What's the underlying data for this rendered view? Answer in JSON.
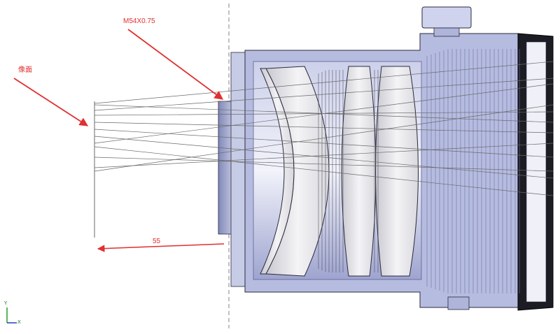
{
  "labels": {
    "image_plane": "像面",
    "thread_spec": "M54X0.75",
    "distance": "55"
  },
  "axis_indicator": {
    "up": "Y",
    "right": "X"
  },
  "colors": {
    "annotation": "#e03030",
    "metal": "#b6bce0",
    "metal_dark": "#5c6290",
    "glass": "#e8e8ec",
    "ray": "#6a6a6a",
    "outline": "#2a2a3a"
  }
}
